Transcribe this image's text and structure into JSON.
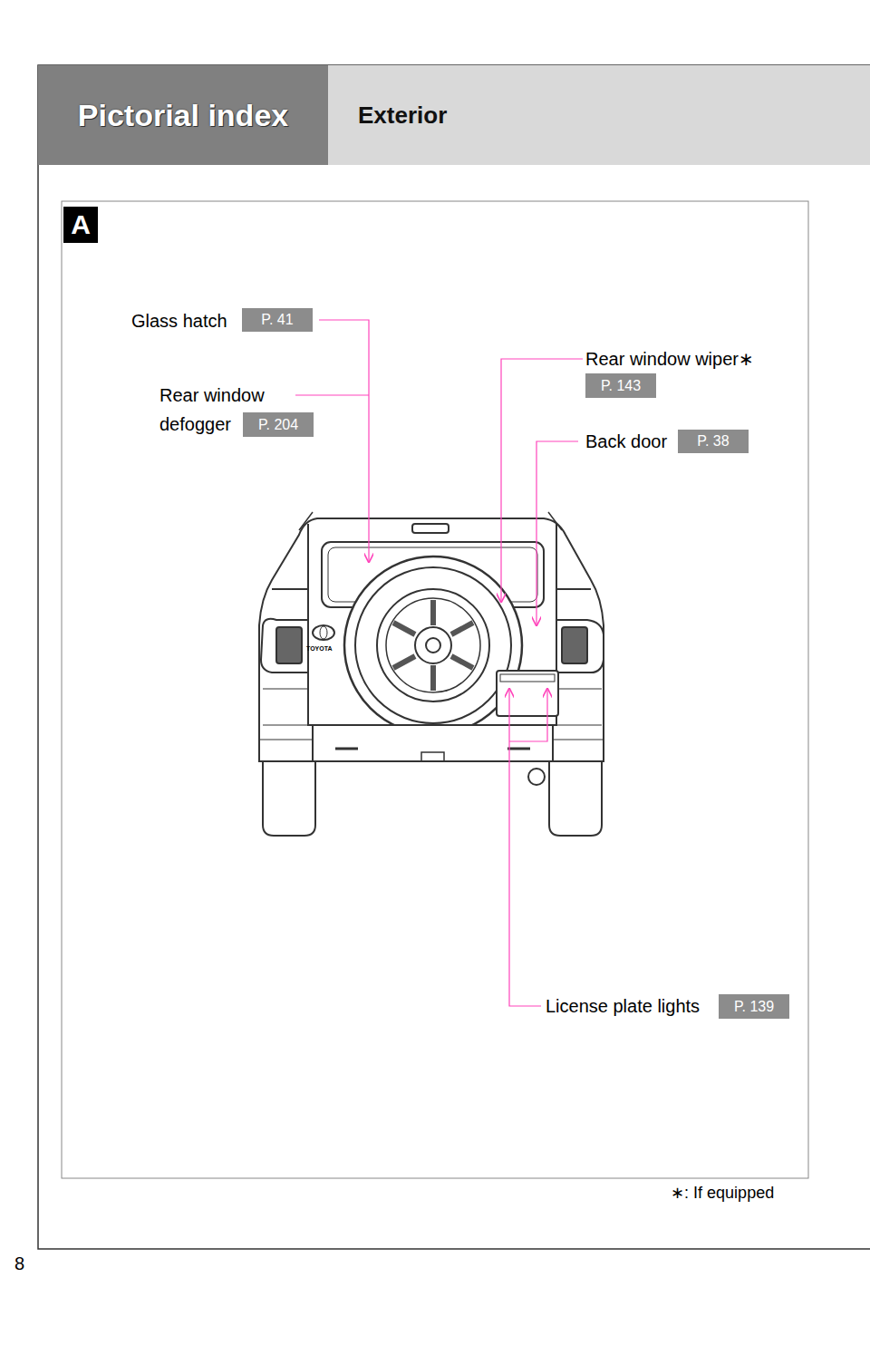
{
  "diagram": {
    "nodes": [
      {
        "text": [
          "Pictorial index"
        ]
      },
      {
        "text": [
          "Exterior"
        ]
      },
      {
        "text": [
          "A"
        ]
      },
      {
        "text": [
          "P. 41"
        ]
      },
      {
        "text": [
          "P. 204"
        ]
      },
      {
        "text": [
          "P. 143"
        ]
      },
      {
        "text": [
          "P. 38"
        ]
      },
      {
        "text": [
          "P. 139"
        ]
      }
    ],
    "labels": [
      "Glass hatch",
      "Rear window defogger",
      "Rear window wiper∗",
      "Back door",
      "License plate lights",
      "TOYOTA",
      "∗: If equipped",
      "8"
    ]
  }
}
